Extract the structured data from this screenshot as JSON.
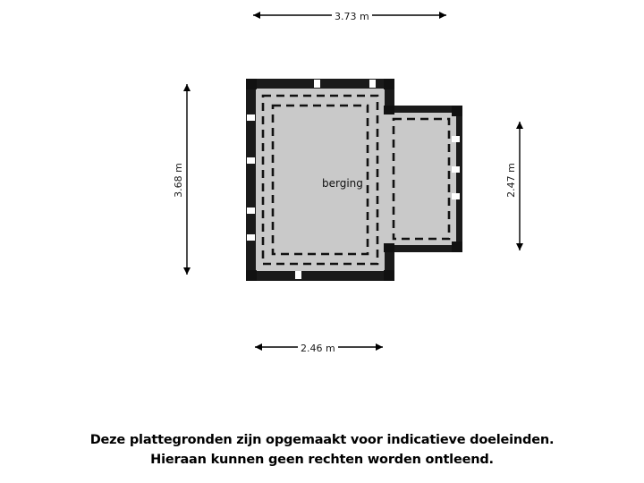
{
  "floorplan": {
    "room_label": "berging",
    "dimensions": {
      "top": "3.73 m",
      "left": "3.68 m",
      "right": "2.47 m",
      "bottom": "2.46 m"
    },
    "colors": {
      "wall": "#1a1a1a",
      "floor": "#c9c9c9",
      "floor_annex": "#c9c9c9",
      "background": "#ffffff",
      "dimension_line": "#000000",
      "text": "#111111"
    }
  },
  "disclaimer": {
    "line1": "Deze plattegronden zijn opgemaakt voor indicatieve doeleinden.",
    "line2": "Hieraan kunnen geen rechten worden ontleend."
  }
}
